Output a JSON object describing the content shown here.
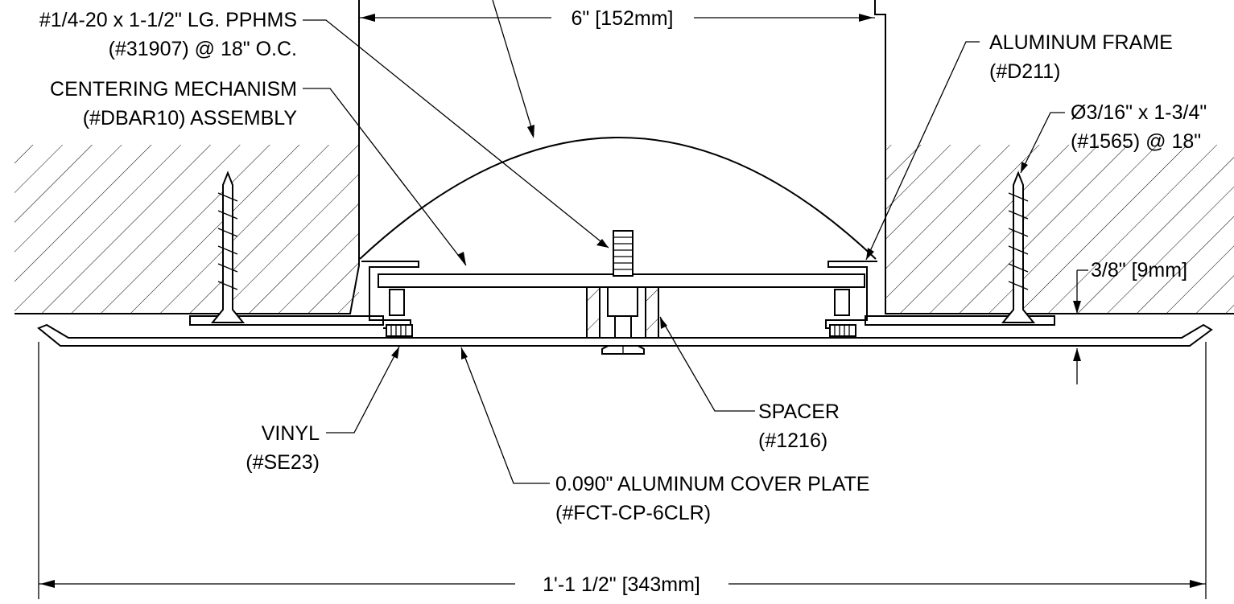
{
  "labels": {
    "pphms": [
      "#1/4-20 x 1-1/2\" LG. PPHMS",
      "(#31907) @ 18\" O.C."
    ],
    "centering": [
      "CENTERING MECHANISM",
      "(#DBAR10) ASSEMBLY"
    ],
    "frame": [
      "ALUMINUM FRAME",
      "(#D211)"
    ],
    "anchor": [
      "Ø3/16\" x 1-3/4\"",
      "(#1565) @ 18\""
    ],
    "vinyl": [
      "VINYL",
      "(#SE23)"
    ],
    "spacer": [
      "SPACER",
      "(#1216)"
    ],
    "cover_plate": [
      "0.090\" ALUMINUM COVER PLATE",
      "(#FCT-CP-6CLR)"
    ]
  },
  "dimensions": {
    "joint_width": "6\" [152mm]",
    "overall_width": "1'-1 1/2\" [343mm]",
    "recess_depth": "3/8\" [9mm]"
  }
}
